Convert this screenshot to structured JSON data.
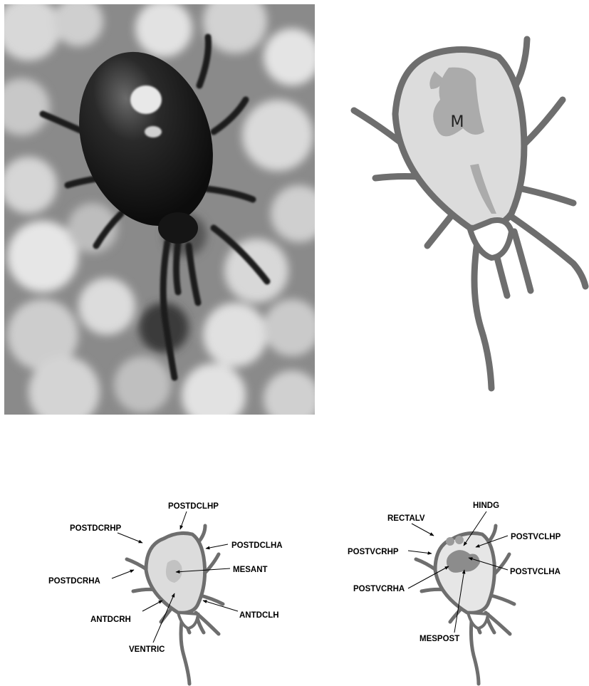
{
  "photo": {
    "description_icon": "mite-photo"
  },
  "main_diagram": {
    "center_label": "M"
  },
  "left_diagram": {
    "labels": {
      "postdclhp": "POSTDCLHP",
      "postdcrhp": "POSTDCRHP",
      "postdclha": "POSTDCLHA",
      "mesant": "MESANT",
      "postdcrha": "POSTDCRHA",
      "antdcrh": "ANTDCRH",
      "antdclh": "ANTDCLH",
      "ventric": "VENTRIC"
    }
  },
  "right_diagram": {
    "labels": {
      "hindg": "HINDG",
      "rectalv": "RECTALV",
      "postvclhp": "POSTVCLHP",
      "postvcrhp": "POSTVCRHP",
      "postvclha": "POSTVCLHA",
      "postvcrha": "POSTVCRHA",
      "mespost": "MESPOST"
    }
  },
  "colors": {
    "outline": "#6e6e6e",
    "body_fill": "#dcdcdc",
    "organ_fill": "#a9a9a9",
    "dark_organ": "#8c8c8c"
  }
}
